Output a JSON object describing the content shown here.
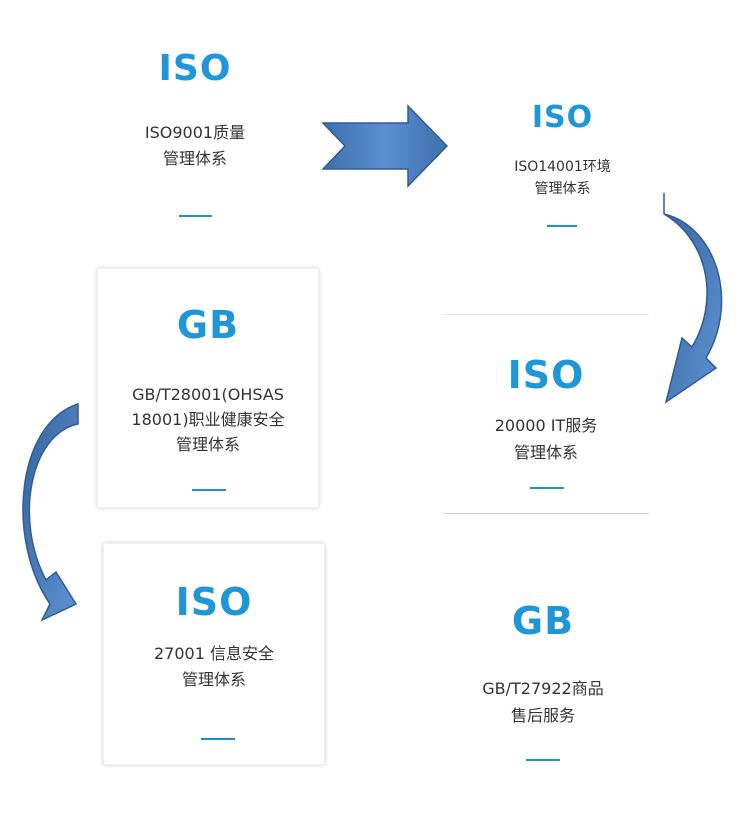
{
  "colors": {
    "badge": "#1e96d8",
    "text": "#333333",
    "dash": "#1e8fd2",
    "arrow_fill": "#4a7ec2",
    "arrow_stroke": "#2f5d94"
  },
  "cards": [
    {
      "badge": "ISO",
      "lines": [
        "ISO9001质量",
        "管理体系"
      ]
    },
    {
      "badge": "ISO",
      "lines": [
        "ISO14001环境",
        "管理体系"
      ]
    },
    {
      "badge": "GB",
      "lines": [
        "GB/T28001(OHSAS",
        "18001)职业健康安全",
        "管理体系"
      ]
    },
    {
      "badge": "ISO",
      "lines": [
        "20000 IT服务",
        "管理体系"
      ]
    },
    {
      "badge": "ISO",
      "lines": [
        "27001 信息安全",
        "管理体系"
      ]
    },
    {
      "badge": "GB",
      "lines": [
        "GB/T27922商品",
        "售后服务"
      ]
    }
  ],
  "arrows": [
    {
      "name": "right-arrow",
      "from": "ISO9001",
      "to": "ISO14001"
    },
    {
      "name": "curved-arrow-right-side",
      "from": "ISO14001",
      "to": "20000"
    },
    {
      "name": "curved-arrow-left-side",
      "from": "GB/T28001",
      "to": "27001"
    }
  ]
}
